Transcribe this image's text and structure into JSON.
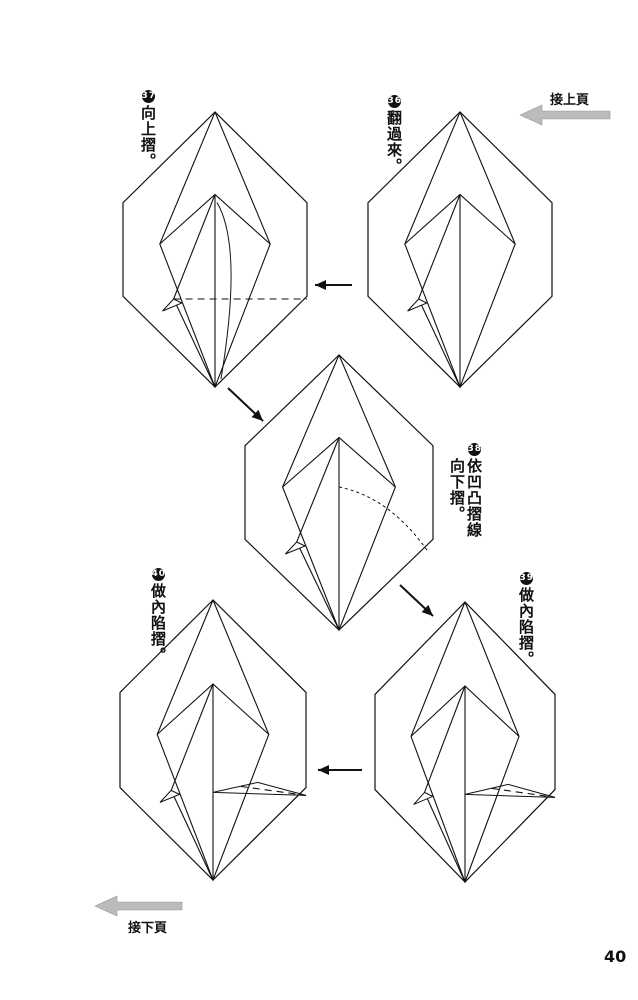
{
  "page_number": "40",
  "nav": {
    "prev_label": "接上頁",
    "next_label": "接下頁"
  },
  "steps": [
    {
      "number": "36",
      "text": "翻過來。"
    },
    {
      "number": "37",
      "text": "向上摺。"
    },
    {
      "number": "38",
      "text_col1": "依凹凸摺線",
      "text_col2": "向下摺。"
    },
    {
      "number": "39",
      "text": "做內陷摺。"
    },
    {
      "number": "40",
      "text": "做內陷摺。"
    }
  ]
}
